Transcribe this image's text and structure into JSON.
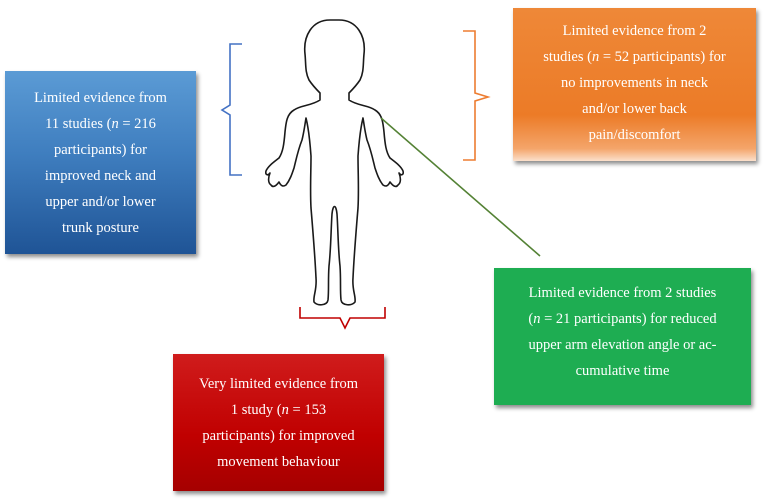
{
  "boxes": {
    "blue": {
      "lines": [
        "Limited evidence from",
        "11 studies (",
        "participants) for",
        "improved neck and",
        "upper and/or lower",
        "trunk posture"
      ],
      "n_label": "n",
      "n_value": " = 216",
      "color": "#3f7ebf"
    },
    "orange": {
      "line1": "Limited evidence from 2",
      "line2_pre": "studies (",
      "n_label": "n",
      "line2_post": " = 52 participants) for",
      "line3": "no improvements in neck",
      "line4": "and/or lower back",
      "line5": "pain/discomfort",
      "color": "#ec7b27"
    },
    "green": {
      "line1": "Limited evidence from 2 studies",
      "line2_pre": "(",
      "n_label": "n",
      "line2_post": " = 21 participants) for reduced",
      "line3": "upper arm elevation angle or ac-",
      "line4": "cumulative time",
      "color": "#1ead52"
    },
    "red": {
      "line1": "Very limited evidence from",
      "line2_pre": "1 study (",
      "n_label": "n",
      "line2_post": " = 153",
      "line3": "participants) for improved",
      "line4": "movement behaviour",
      "color": "#c00000"
    }
  },
  "connector_colors": {
    "blue": "#4472c4",
    "orange": "#ed7d31",
    "green": "#548235",
    "red": "#c00000"
  }
}
